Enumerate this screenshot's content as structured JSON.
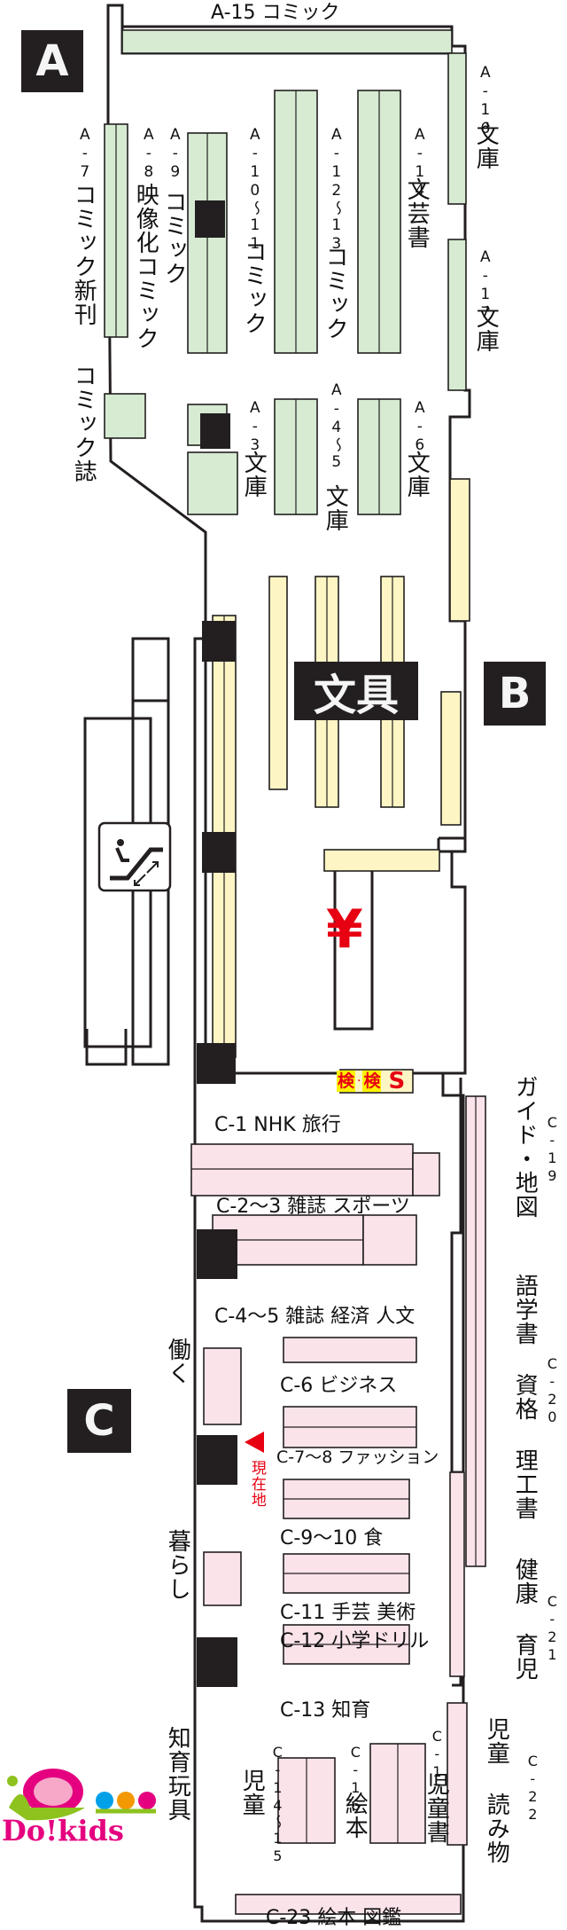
{
  "sections": {
    "a": "A",
    "b": "B",
    "c": "C",
    "stationery": "文具"
  },
  "icons": {
    "currency": "¥",
    "escalator": "escalator-icon"
  },
  "search": {
    "left": "検",
    "right": "検",
    "s": "S"
  },
  "current_location": "現在地",
  "labels": {
    "a15": "A-15 コミック",
    "a16_code": "A-16",
    "a16_name": "文庫",
    "a17_code": "A-17",
    "a17_name": "文庫",
    "a14_code": "A-14",
    "a14_name": "文芸書",
    "a12_code": "A-12〜13",
    "a12_name": "コミック",
    "a10_code": "A-10〜11",
    "a10_name": "コミック",
    "a9_code": "A-9",
    "a9_name": "コミック",
    "a8_code": "A-8",
    "a8_name": "映像化コミック",
    "a7_code": "A-7",
    "a7_name": "コミック新刊",
    "comic_mag": "コミック誌",
    "a3_code": "A-3",
    "a3_name": "文庫",
    "a45_code": "A-4〜5",
    "a45_name": "文庫",
    "a6_code": "A-6",
    "a6_name": "文庫",
    "c1": "C-1 NHK 旅行",
    "c23": "C-2〜3 雑誌 スポーツ",
    "c45": "C-4〜5 雑誌 経済 人文",
    "c6": "C-6 ビジネス",
    "c78": "C-7〜8 ファッション",
    "c910": "C-9〜10 食",
    "c11": "C-11 手芸 美術",
    "c12": "C-12 小学ドリル",
    "c13": "C-13 知育",
    "c14_code": "C-14〜15",
    "c14_name": "児童",
    "c16_code": "C-16",
    "c16_name": "絵本",
    "c17_code": "C-17",
    "c17_name": "児童書",
    "c19_code": "C-19",
    "c19_name": "ガイド・地図",
    "c20_code": "C-20",
    "c20_name": "語学書 資格 理工書",
    "c21_code": "C-21",
    "c21_name": "健康 育児",
    "c22_code": "C-22",
    "c22_name": "児童 読み物",
    "c23_bottom": "C-23 絵本 図鑑",
    "hataraku": "働く",
    "kurashi": "暮らし",
    "chiiku": "知育玩具"
  },
  "logo": "Do!kids",
  "colors": {
    "green": "#d6ebd2",
    "yellow": "#fdf6c4",
    "pink": "#fbe3ea",
    "black": "#231f20",
    "red": "#e60012"
  }
}
